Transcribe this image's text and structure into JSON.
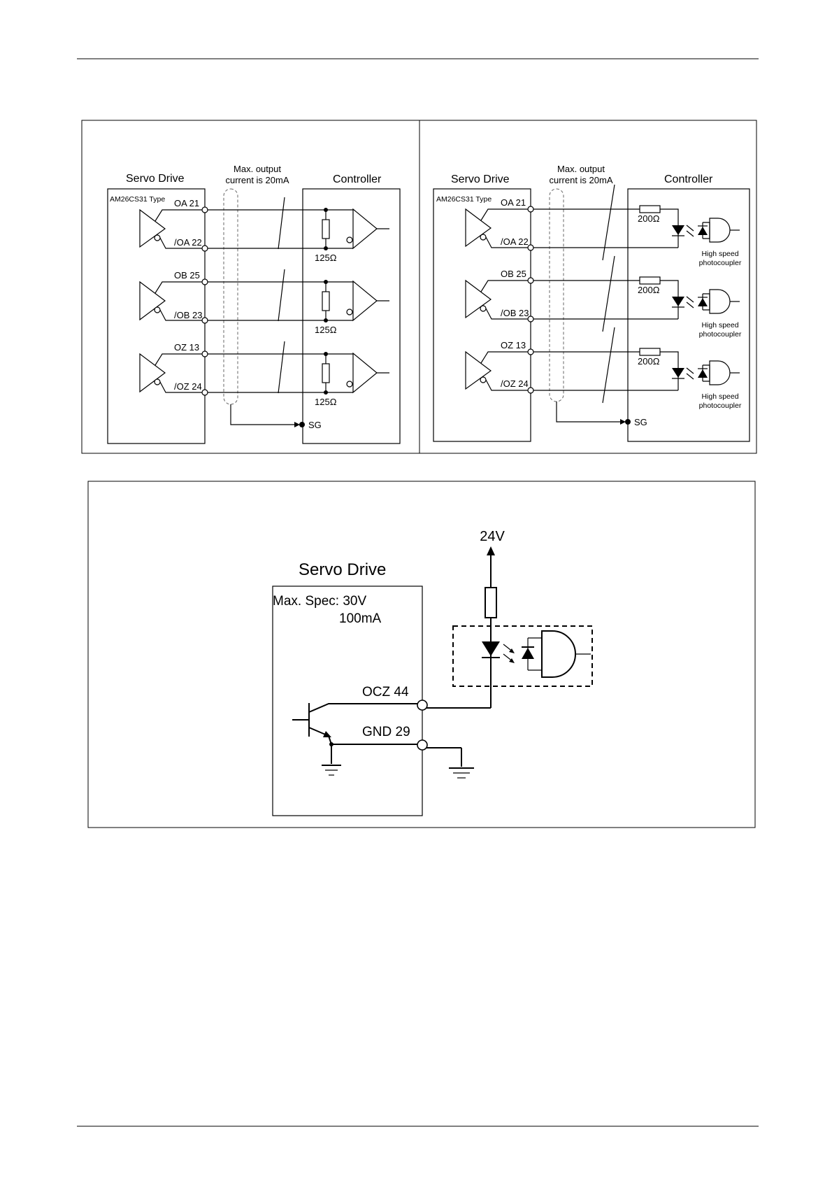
{
  "diagram_a": {
    "servo_title": "Servo Drive",
    "spec_label_1": "Max. output",
    "spec_label_2": "current is 20mA",
    "controller_title": "Controller",
    "driver_type": "AM26CS31 Type",
    "channels": [
      {
        "pos_pin": "OA 21",
        "neg_pin": "/OA 22",
        "resistor": "125Ω"
      },
      {
        "pos_pin": "OB 25",
        "neg_pin": "/OB 23",
        "resistor": "125Ω"
      },
      {
        "pos_pin": "OZ 13",
        "neg_pin": "/OZ 24",
        "resistor": "125Ω"
      }
    ],
    "ground": "SG"
  },
  "diagram_b": {
    "servo_title": "Servo Drive",
    "spec_label_1": "Max. output",
    "spec_label_2": "current is 20mA",
    "controller_title": "Controller",
    "driver_type": "AM26CS31 Type",
    "channels": [
      {
        "pos_pin": "OA 21",
        "neg_pin": "/OA 22",
        "resistor": "200Ω",
        "coupler_1": "High speed",
        "coupler_2": "photocoupler"
      },
      {
        "pos_pin": "OB 25",
        "neg_pin": "/OB 23",
        "resistor": "200Ω",
        "coupler_1": "High speed",
        "coupler_2": "photocoupler"
      },
      {
        "pos_pin": "OZ 13",
        "neg_pin": "/OZ 24",
        "resistor": "200Ω",
        "coupler_1": "High speed",
        "coupler_2": "photocoupler"
      }
    ],
    "ground": "SG"
  },
  "diagram_c": {
    "supply": "24V",
    "servo_title": "Servo Drive",
    "spec_1": "Max. Spec: 30V",
    "spec_2": "100mA",
    "output_pin": "OCZ 44",
    "ground_pin": "GND 29"
  }
}
